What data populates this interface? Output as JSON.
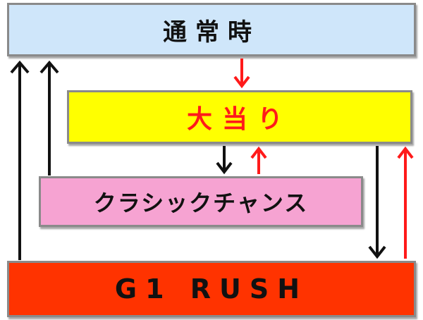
{
  "nodes": {
    "normal": {
      "label": "通常時"
    },
    "jackpot": {
      "label": "大当り"
    },
    "classic_chance": {
      "label": "クラシックチャンス"
    },
    "rush": {
      "label": "G1 RUSH"
    }
  },
  "colors": {
    "normal_fill": "#cfe6fa",
    "jackpot_fill": "#ffff00",
    "jackpot_text": "#ff1a1a",
    "classic_fill": "#f6a3d2",
    "rush_fill": "#ff3300",
    "arrow_black": "#111111",
    "arrow_red": "#ff1a1a"
  },
  "edges": [
    {
      "from": "rush",
      "to": "normal",
      "color": "black"
    },
    {
      "from": "classic_chance",
      "to": "normal",
      "color": "black"
    },
    {
      "from": "normal",
      "to": "jackpot",
      "color": "red"
    },
    {
      "from": "jackpot",
      "to": "classic_chance",
      "color": "black"
    },
    {
      "from": "classic_chance",
      "to": "jackpot",
      "color": "red"
    },
    {
      "from": "jackpot",
      "to": "rush",
      "color": "black"
    },
    {
      "from": "rush",
      "to": "jackpot",
      "color": "red"
    }
  ]
}
